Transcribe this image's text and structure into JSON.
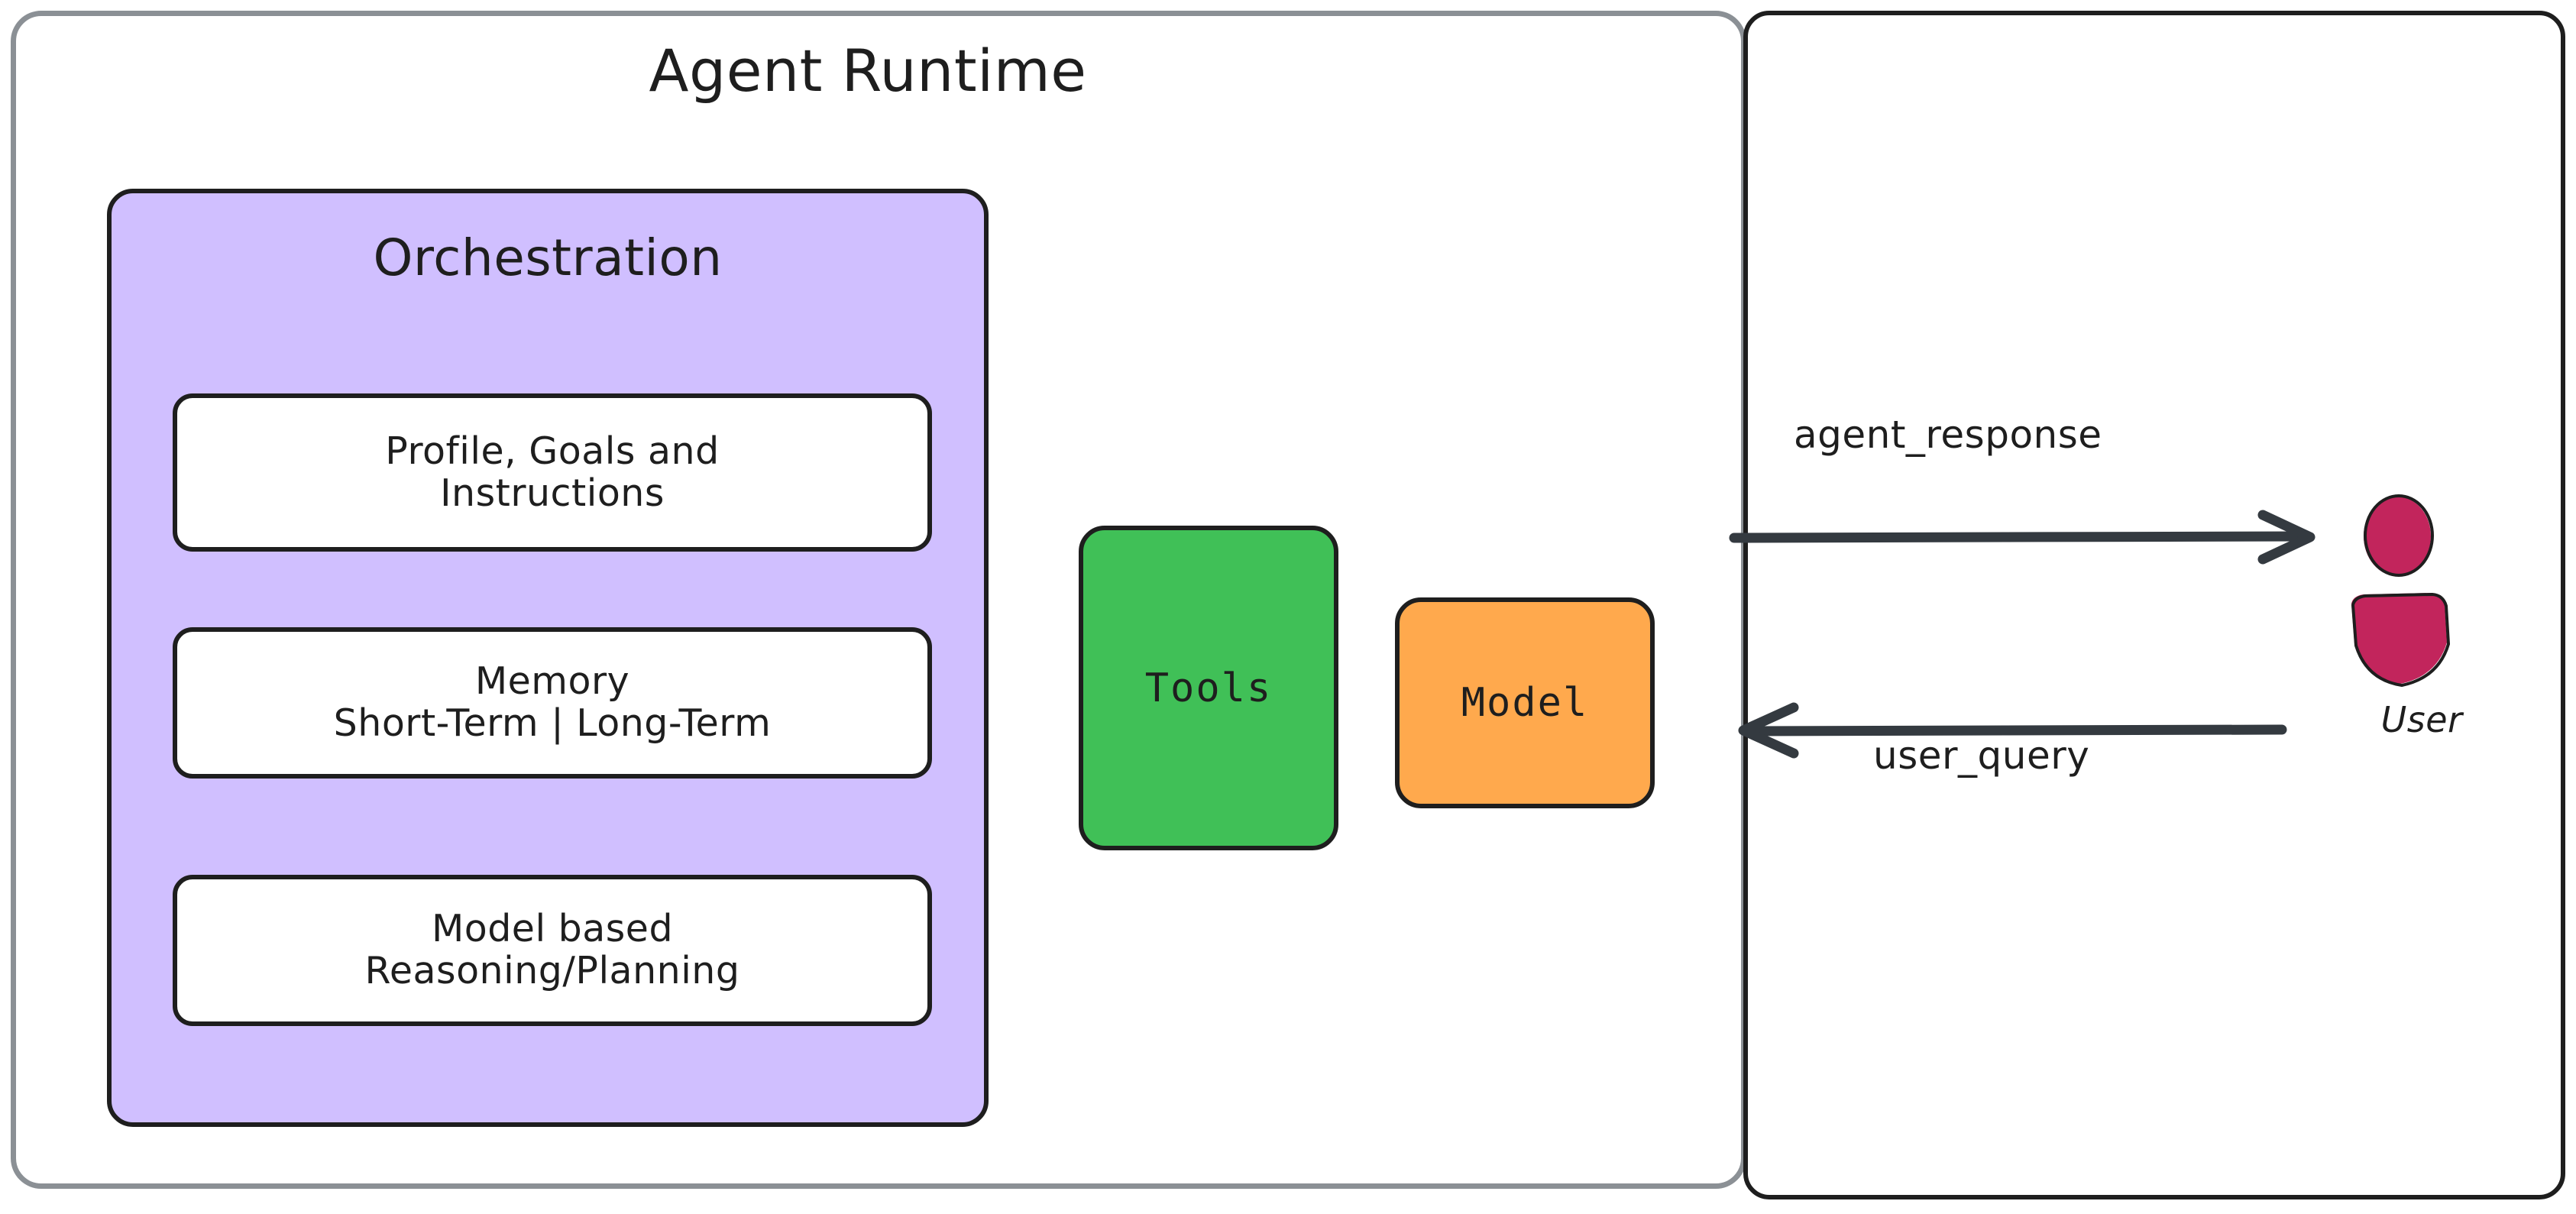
{
  "diagram": {
    "title": "Agent Runtime",
    "colors": {
      "outer_frame": "#8b9095",
      "panel_border": "#1e1e1e",
      "orchestration_fill": "#d0bfff",
      "tools_fill": "#40c057",
      "model_fill": "#ffa94d",
      "user_fill": "#c2255c",
      "arrow_stroke": "#343a40",
      "text": "#1e1e1e"
    }
  },
  "orchestration": {
    "title": "Orchestration",
    "cards": [
      {
        "line1": "Profile, Goals and",
        "line2": "Instructions"
      },
      {
        "line1": "Memory",
        "line2": "Short-Term | Long-Term"
      },
      {
        "line1": "Model based",
        "line2": "Reasoning/Planning"
      }
    ]
  },
  "components": {
    "tools_label": "Tools",
    "model_label": "Model"
  },
  "flows": {
    "agent_response_label": "agent_response",
    "user_query_label": "user_query"
  },
  "actor": {
    "label": "User",
    "icon": "user-person-icon"
  }
}
